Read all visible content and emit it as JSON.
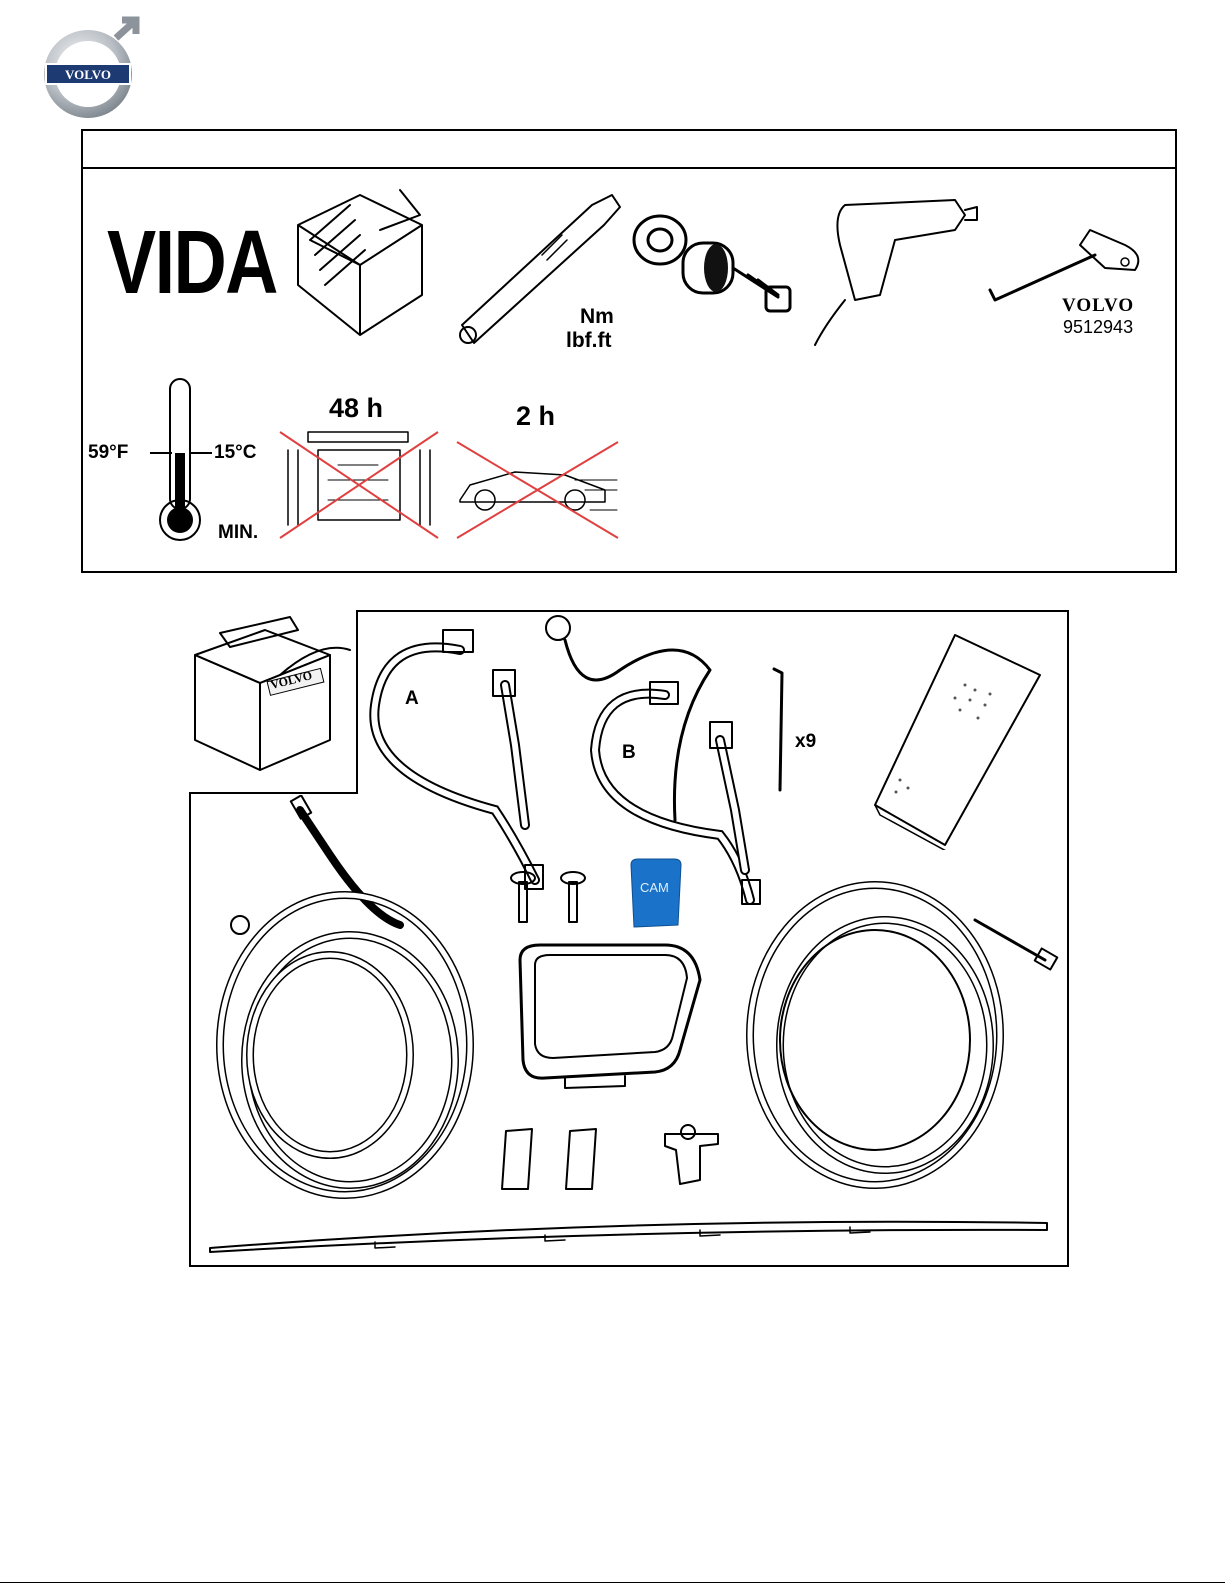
{
  "brand": {
    "logo_text": "VOLVO",
    "colors": {
      "logo_blue": "#1d3a73",
      "logo_ring": "#9aa2aa",
      "cam_blue": "#1a73c8",
      "cross_red": "#e04040"
    }
  },
  "tools": {
    "vida_label": "VIDA",
    "torque_units_nm": "Nm",
    "torque_units_lbf": "lbf.ft",
    "special_tool_brand": "VOLVO",
    "special_tool_number": "9512943"
  },
  "conditions": {
    "temp_f": "59°F",
    "temp_c": "15°C",
    "temp_min": "MIN.",
    "carwash_wait": "48 h",
    "drive_wait": "2 h"
  },
  "kit": {
    "box_brand": "VOLVO",
    "harness_a": "A",
    "harness_b": "B",
    "cable_tie_qty": "x9",
    "cam_label": "CAM"
  },
  "icons": [
    "volvo-logo-icon",
    "toolbox-icon",
    "torque-wrench-icon",
    "socket-set-icon",
    "drill-icon",
    "t-handle-tool-icon",
    "thermometer-icon",
    "no-carwash-icon",
    "no-driving-icon",
    "kit-box-icon",
    "harness-a-icon",
    "harness-b-icon",
    "cable-tie-icon",
    "cleaning-cloth-icon",
    "screw-icon",
    "cam-label-icon",
    "camera-bezel-icon",
    "cable-coil-icon",
    "adhesive-pad-icon",
    "clip-icon",
    "trim-strip-icon"
  ]
}
